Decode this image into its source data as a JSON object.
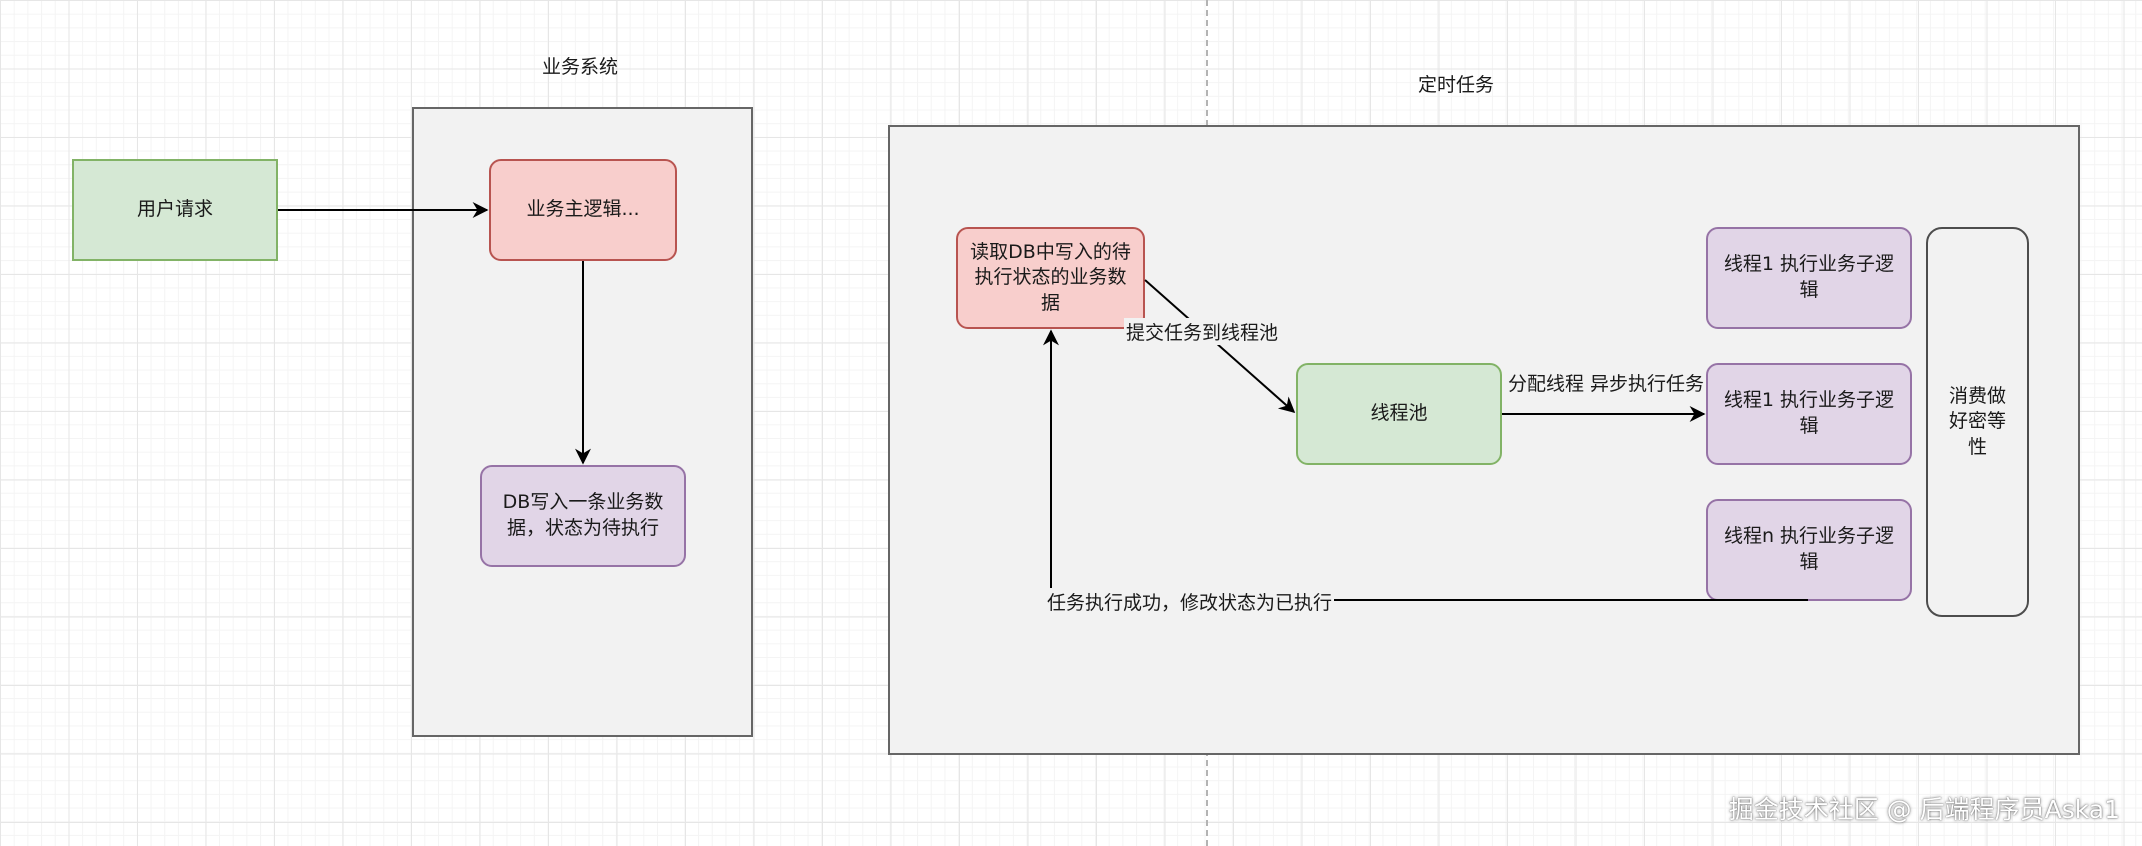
{
  "business_system": {
    "title": "业务系统",
    "user_request": "用户请求",
    "main_logic": "业务主逻辑...",
    "db_write": "DB写入一条业务数据，状态为待执行"
  },
  "scheduled_task": {
    "title": "定时任务",
    "read_db": "读取DB中写入的待执行状态的业务数据",
    "submit_label": "提交任务到线程池",
    "thread_pool": "线程池",
    "assign_label": "分配线程 异步执行任务",
    "threads": [
      "线程1 执行业务子逻辑",
      "线程1 执行业务子逻辑",
      "线程n 执行业务子逻辑"
    ],
    "idempotent": "消费做好密等性",
    "success_label": "任务执行成功，修改状态为已执行"
  },
  "watermark": "掘金技术社区 @ 后端程序员Aska1",
  "colors": {
    "green_fill": "#d5e8d4",
    "green_border": "#82b366",
    "red_fill": "#f8cecc",
    "red_border": "#b85450",
    "purple_fill": "#e1d5e7",
    "purple_border": "#9673a6",
    "container_fill": "#f2f2f2"
  }
}
